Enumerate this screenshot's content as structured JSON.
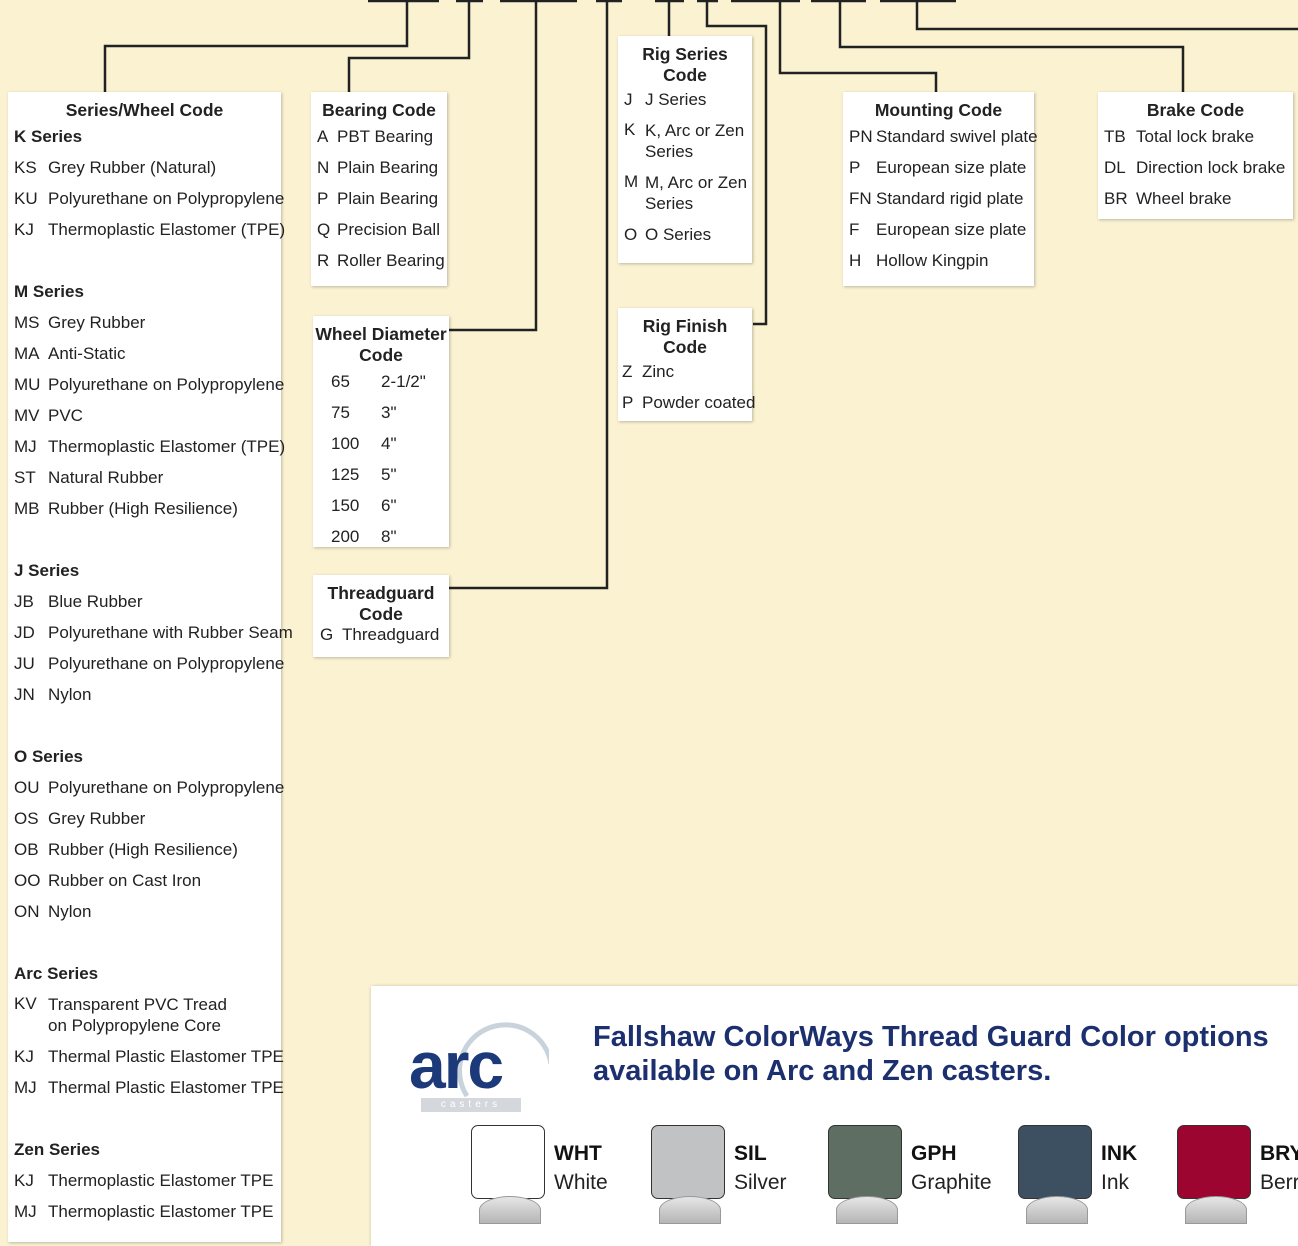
{
  "series_wheel": {
    "title": "Series/Wheel Code",
    "k": {
      "heading": "K Series",
      "items": [
        {
          "code": "KS",
          "desc": "Grey Rubber (Natural)"
        },
        {
          "code": "KU",
          "desc": "Polyurethane on Polypropylene"
        },
        {
          "code": "KJ",
          "desc": "Thermoplastic Elastomer (TPE)"
        }
      ]
    },
    "m": {
      "heading": "M Series",
      "items": [
        {
          "code": "MS",
          "desc": "Grey Rubber"
        },
        {
          "code": "MA",
          "desc": "Anti-Static"
        },
        {
          "code": "MU",
          "desc": "Polyurethane on Polypropylene"
        },
        {
          "code": "MV",
          "desc": "PVC"
        },
        {
          "code": "MJ",
          "desc": "Thermoplastic Elastomer (TPE)"
        },
        {
          "code": "ST",
          "desc": "Natural Rubber"
        },
        {
          "code": "MB",
          "desc": "Rubber (High Resilience)"
        }
      ]
    },
    "j": {
      "heading": "J Series",
      "items": [
        {
          "code": "JB",
          "desc": "Blue Rubber"
        },
        {
          "code": "JD",
          "desc": "Polyurethane with Rubber Seam"
        },
        {
          "code": "JU",
          "desc": "Polyurethane on Polypropylene"
        },
        {
          "code": "JN",
          "desc": "Nylon"
        }
      ]
    },
    "o": {
      "heading": "O Series",
      "items": [
        {
          "code": "OU",
          "desc": "Polyurethane on Polypropylene"
        },
        {
          "code": "OS",
          "desc": "Grey Rubber"
        },
        {
          "code": "OB",
          "desc": "Rubber (High Resilience)"
        },
        {
          "code": "OO",
          "desc": "Rubber on Cast Iron"
        },
        {
          "code": "ON",
          "desc": "Nylon"
        }
      ]
    },
    "arc": {
      "heading": "Arc Series",
      "items": [
        {
          "code": "KV",
          "desc": "Transparent PVC Tread on Polypropylene Core"
        },
        {
          "code": "KJ",
          "desc": "Thermal Plastic Elastomer TPE"
        },
        {
          "code": "MJ",
          "desc": "Thermal Plastic Elastomer TPE"
        }
      ]
    },
    "zen": {
      "heading": "Zen Series",
      "items": [
        {
          "code": "KJ",
          "desc": "Thermoplastic Elastomer TPE"
        },
        {
          "code": "MJ",
          "desc": "Thermoplastic Elastomer TPE"
        }
      ]
    }
  },
  "bearing": {
    "title": "Bearing Code",
    "items": [
      {
        "code": "A",
        "desc": "PBT Bearing"
      },
      {
        "code": "N",
        "desc": "Plain Bearing"
      },
      {
        "code": "P",
        "desc": "Plain Bearing"
      },
      {
        "code": "Q",
        "desc": "Precision Ball"
      },
      {
        "code": "R",
        "desc": "Roller Bearing"
      }
    ]
  },
  "wheel_diameter": {
    "title_line1": "Wheel Diameter",
    "title_line2": "Code",
    "items": [
      {
        "code": "65",
        "desc": "2-1/2\""
      },
      {
        "code": "75",
        "desc": "3\""
      },
      {
        "code": "100",
        "desc": "4\""
      },
      {
        "code": "125",
        "desc": "5\""
      },
      {
        "code": "150",
        "desc": "6\""
      },
      {
        "code": "200",
        "desc": "8\""
      }
    ]
  },
  "threadguard": {
    "title_line1": "Threadguard",
    "title_line2": "Code",
    "items": [
      {
        "code": "G",
        "desc": "Threadguard"
      }
    ]
  },
  "rig_series": {
    "title_line1": "Rig Series",
    "title_line2": "Code",
    "items": [
      {
        "code": "J",
        "desc": "J Series"
      },
      {
        "code": "K",
        "desc": "K, Arc  or Zen Series"
      },
      {
        "code": "M",
        "desc": "M,  Arc or Zen Series"
      },
      {
        "code": "O",
        "desc": "O Series"
      }
    ]
  },
  "rig_finish": {
    "title_line1": "Rig Finish",
    "title_line2": "Code",
    "items": [
      {
        "code": "Z",
        "desc": "Zinc"
      },
      {
        "code": "P",
        "desc": "Powder coated"
      }
    ]
  },
  "mounting": {
    "title": "Mounting Code",
    "items": [
      {
        "code": "PN",
        "desc": "Standard swivel plate"
      },
      {
        "code": "P",
        "desc": "European size plate"
      },
      {
        "code": "FN",
        "desc": "Standard rigid plate"
      },
      {
        "code": "F",
        "desc": "European size plate"
      },
      {
        "code": "H",
        "desc": "Hollow Kingpin"
      }
    ]
  },
  "brake": {
    "title": "Brake Code",
    "items": [
      {
        "code": "TB",
        "desc": "Total lock brake"
      },
      {
        "code": "DL",
        "desc": "Direction lock brake"
      },
      {
        "code": "BR",
        "desc": "Wheel brake"
      }
    ]
  },
  "colorways": {
    "logo_text": "arc",
    "logo_sub": "casters",
    "headline_line1": "Fallshaw ColorWays Thread Guard Color options",
    "headline_line2": "available on Arc and Zen casters.",
    "swatches": [
      {
        "code": "WHT",
        "name": "White",
        "color": "#ffffff"
      },
      {
        "code": "SIL",
        "name": "Silver",
        "color": "#c0c2c4"
      },
      {
        "code": "GPH",
        "name": "Graphite",
        "color": "#5e6e62"
      },
      {
        "code": "INK",
        "name": "Ink",
        "color": "#3c5062"
      },
      {
        "code": "BRY",
        "name": "Berry",
        "color": "#9c0530"
      }
    ]
  }
}
